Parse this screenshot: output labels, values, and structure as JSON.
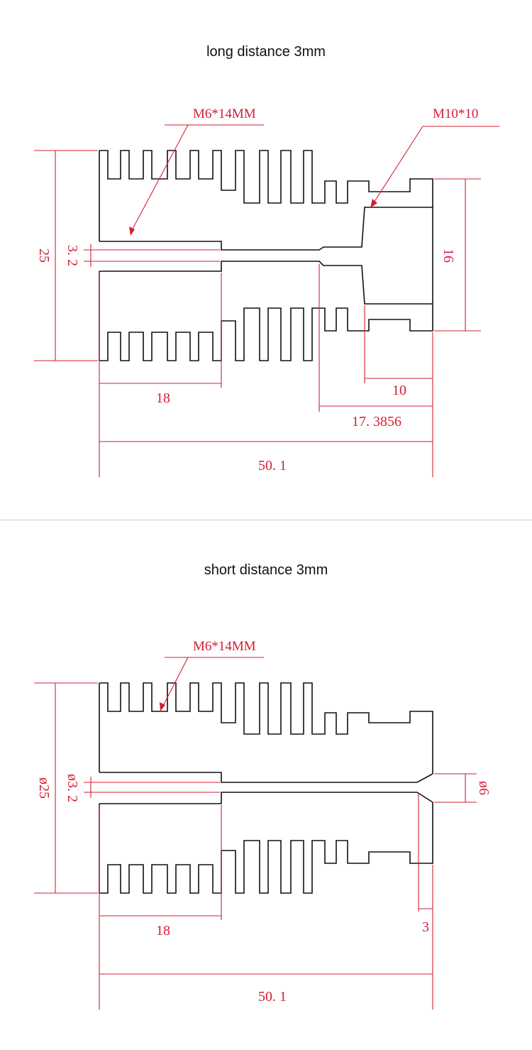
{
  "colors": {
    "dimension": "#d21f35",
    "outline": "#111111",
    "divider": "#cfcfcf"
  },
  "drawings": [
    {
      "title": "long distance 3mm",
      "callout_left": "M6*14MM",
      "callout_right": "M10*10",
      "dims": {
        "height": "25",
        "bore": "3. 2",
        "right_height": "16",
        "thread_length": "18",
        "right_depth": "10",
        "taper_length": "17. 3856",
        "total_length": "50. 1"
      }
    },
    {
      "title": "short distance 3mm",
      "callout_left": "M6*14MM",
      "dims": {
        "height": "ø25",
        "bore": "ø3. 2",
        "right_dia": "ø6",
        "thread_length": "18",
        "right_depth": "3",
        "total_length": "50. 1"
      }
    }
  ]
}
